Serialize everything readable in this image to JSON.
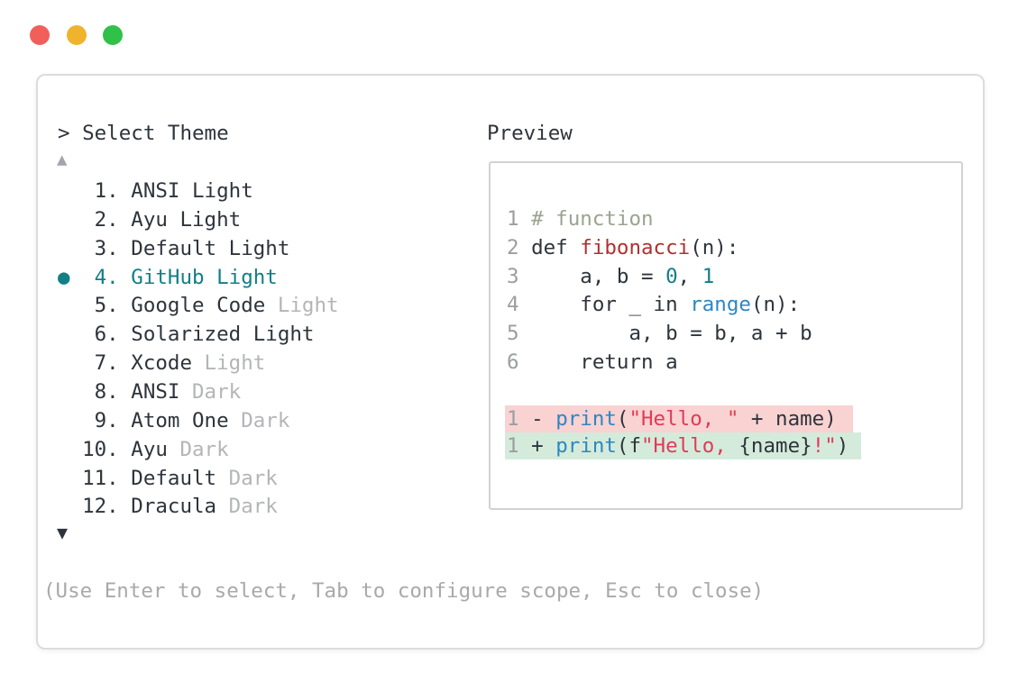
{
  "traffic_lights": {
    "close": "close-button",
    "minimize": "minimize-button",
    "maximize": "maximize-button"
  },
  "theme_picker": {
    "title": "> Select Theme",
    "scroll_up_icon": "▲",
    "scroll_down_icon": "▼",
    "items": [
      {
        "num": "1",
        "name": "ANSI",
        "variant": "Light",
        "dim_variant": false,
        "selected": false
      },
      {
        "num": "2",
        "name": "Ayu",
        "variant": "Light",
        "dim_variant": false,
        "selected": false
      },
      {
        "num": "3",
        "name": "Default",
        "variant": "Light",
        "dim_variant": false,
        "selected": false
      },
      {
        "num": "4",
        "name": "GitHub",
        "variant": "Light",
        "dim_variant": false,
        "selected": true
      },
      {
        "num": "5",
        "name": "Google Code",
        "variant": "Light",
        "dim_variant": true,
        "selected": false
      },
      {
        "num": "6",
        "name": "Solarized",
        "variant": "Light",
        "dim_variant": false,
        "selected": false
      },
      {
        "num": "7",
        "name": "Xcode",
        "variant": "Light",
        "dim_variant": true,
        "selected": false
      },
      {
        "num": "8",
        "name": "ANSI",
        "variant": "Dark",
        "dim_variant": true,
        "selected": false
      },
      {
        "num": "9",
        "name": "Atom One",
        "variant": "Dark",
        "dim_variant": true,
        "selected": false
      },
      {
        "num": "10",
        "name": "Ayu",
        "variant": "Dark",
        "dim_variant": true,
        "selected": false
      },
      {
        "num": "11",
        "name": "Default",
        "variant": "Dark",
        "dim_variant": true,
        "selected": false
      },
      {
        "num": "12",
        "name": "Dracula",
        "variant": "Dark",
        "dim_variant": true,
        "selected": false
      }
    ],
    "selected_bullet": "●",
    "hint": "(Use Enter to select, Tab to configure scope, Esc to close)"
  },
  "preview": {
    "title": "Preview",
    "code_lines": [
      {
        "line_number": "1",
        "tokens": [
          {
            "text": "# function",
            "style": "comment"
          }
        ]
      },
      {
        "line_number": "2",
        "tokens": [
          {
            "text": "def ",
            "style": "code"
          },
          {
            "text": "fibonacci",
            "style": "function"
          },
          {
            "text": "(n):",
            "style": "code"
          }
        ]
      },
      {
        "line_number": "3",
        "tokens": [
          {
            "text": "    a, b = ",
            "style": "code"
          },
          {
            "text": "0",
            "style": "number-literal"
          },
          {
            "text": ", ",
            "style": "code"
          },
          {
            "text": "1",
            "style": "number-literal"
          }
        ]
      },
      {
        "line_number": "4",
        "tokens": [
          {
            "text": "    for _ in ",
            "style": "code"
          },
          {
            "text": "range",
            "style": "builtin"
          },
          {
            "text": "(n):",
            "style": "code"
          }
        ]
      },
      {
        "line_number": "5",
        "tokens": [
          {
            "text": "        a, b = b, a + b",
            "style": "code"
          }
        ]
      },
      {
        "line_number": "6",
        "tokens": [
          {
            "text": "    return a",
            "style": "code"
          }
        ]
      }
    ],
    "diff_lines": [
      {
        "line_number": "1",
        "kind": "removed",
        "tokens": [
          {
            "text": " - ",
            "style": "code"
          },
          {
            "text": "print",
            "style": "builtin"
          },
          {
            "text": "(",
            "style": "code"
          },
          {
            "text": "\"Hello, \"",
            "style": "string"
          },
          {
            "text": " + name)",
            "style": "code"
          }
        ]
      },
      {
        "line_number": "1",
        "kind": "added",
        "tokens": [
          {
            "text": " + ",
            "style": "code"
          },
          {
            "text": "print",
            "style": "builtin"
          },
          {
            "text": "(f",
            "style": "code"
          },
          {
            "text": "\"Hello, ",
            "style": "string"
          },
          {
            "text": "{name}",
            "style": "code"
          },
          {
            "text": "!\"",
            "style": "string"
          },
          {
            "text": ")",
            "style": "code"
          }
        ]
      }
    ]
  },
  "colors": {
    "text_primary": "#2e343b",
    "text_dim": "#b3b5b7",
    "line_number": "#9b9ea1",
    "hint_text": "#a9a9a9",
    "accent_selected": "#127e86",
    "syntax_comment": "#9aa38f",
    "syntax_function": "#b13030",
    "syntax_builtin": "#2e86c3",
    "syntax_string": "#e23a57",
    "syntax_number": "#127e86",
    "diff_removed_bg": "#f9d2d2",
    "diff_added_bg": "#d4ebdb",
    "window_border": "#dcdcdc",
    "preview_border": "#d2d2d2",
    "traffic_red": "#f15f5a",
    "traffic_yellow": "#f0b32d",
    "traffic_green": "#2fc148"
  }
}
